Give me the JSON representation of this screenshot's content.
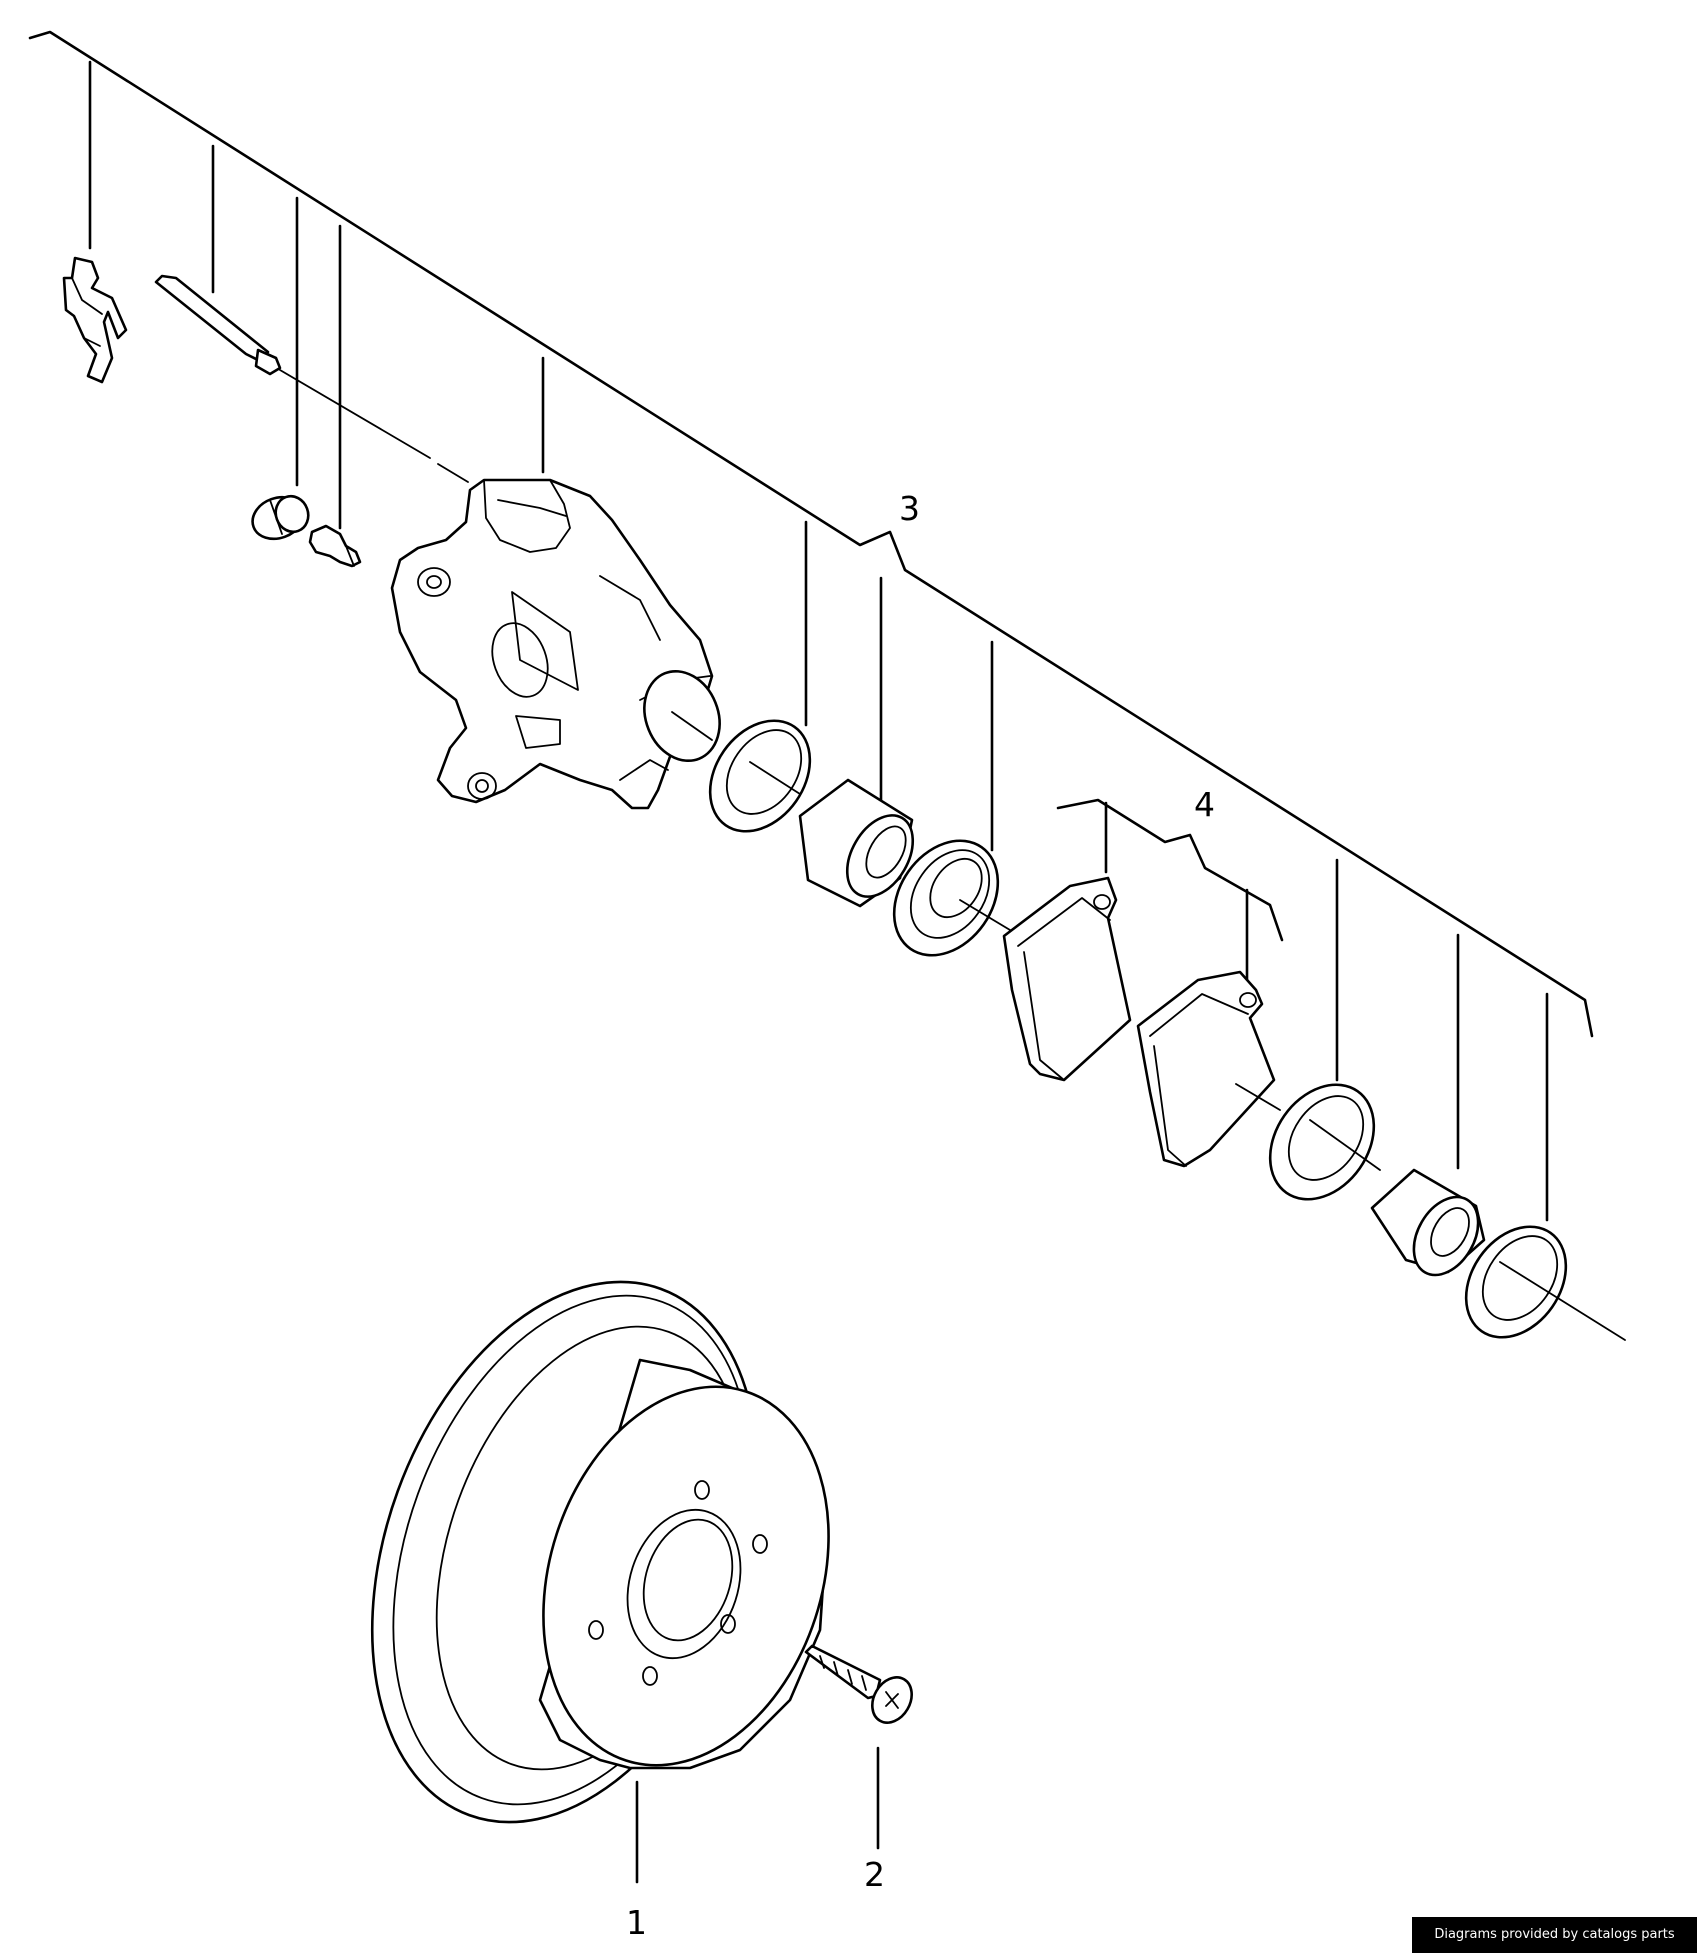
{
  "diagram": {
    "callouts": {
      "part_1": "1",
      "part_2": "2",
      "group_3": "3",
      "group_4": "4"
    }
  },
  "footer": {
    "credit": "Diagrams provided by catalogs parts"
  }
}
